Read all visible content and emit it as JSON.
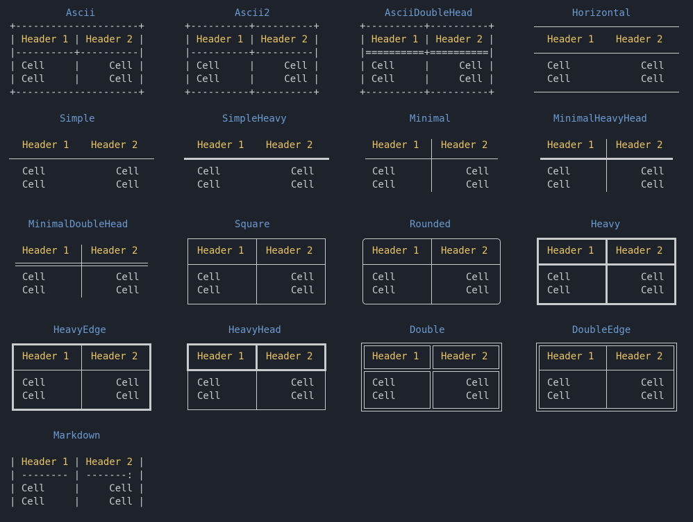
{
  "h1": "Header 1",
  "h2": "Header 2",
  "cell": "Cell",
  "titles": {
    "ascii": "Ascii",
    "ascii2": "Ascii2",
    "asciiDoubleHead": "AsciiDoubleHead",
    "horizontal": "Horizontal",
    "simple": "Simple",
    "simpleHeavy": "SimpleHeavy",
    "minimal": "Minimal",
    "minimalHeavyHead": "MinimalHeavyHead",
    "minimalDoubleHead": "MinimalDoubleHead",
    "square": "Square",
    "rounded": "Rounded",
    "heavy": "Heavy",
    "heavyEdge": "HeavyEdge",
    "heavyHead": "HeavyHead",
    "double": "Double",
    "doubleEdge": "DoubleEdge",
    "markdown": "Markdown"
  },
  "ascii_art": {
    "ascii": {
      "top": "+---------------------+",
      "sep": "|----------+----------|",
      "bottom": "+---------------------+"
    },
    "ascii2": {
      "top": "+----------+----------+",
      "sep": "|----------+----------|",
      "bottom": "+----------+----------+"
    },
    "asciiDoubleHead": {
      "top": "+----------+----------+",
      "sep": "|==========+==========|",
      "bottom": "+----------+----------+"
    },
    "markdown": {
      "sep": "| -------- | -------: |"
    }
  },
  "colors": {
    "background": "#1e222b",
    "title": "#6b9bd2",
    "header": "#e8c467",
    "text": "#c8cacc",
    "border": "#c8cacc"
  }
}
